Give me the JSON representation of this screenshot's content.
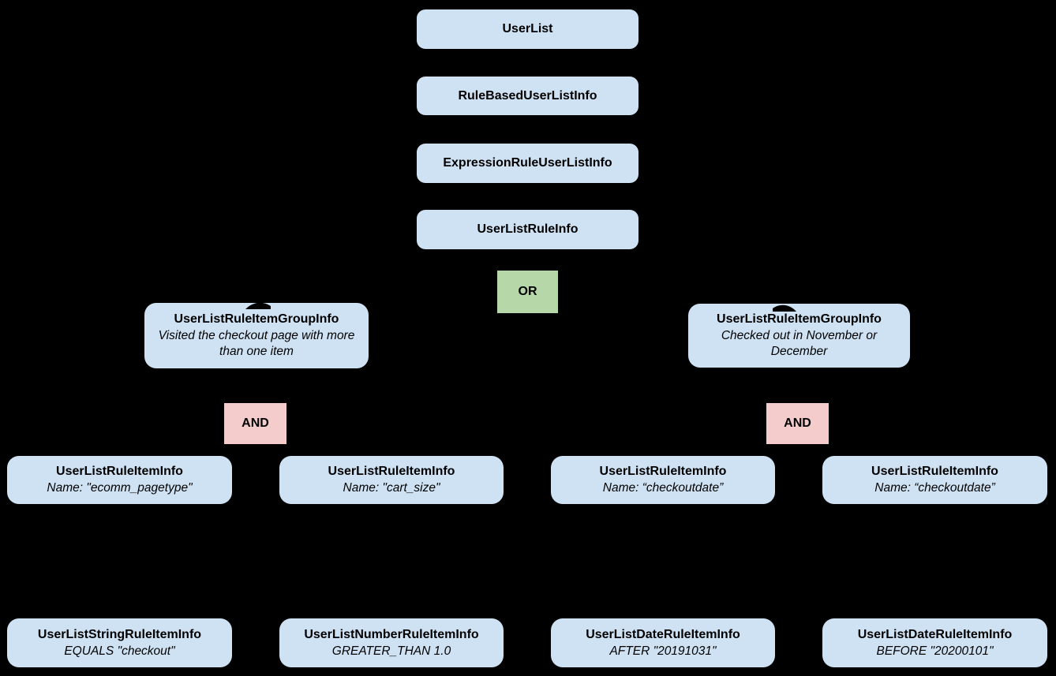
{
  "diagram": {
    "background": "#000000",
    "colors": {
      "node_fill": "#cfe2f3",
      "or_fill": "#b6d7a8",
      "and_fill": "#f4cccc",
      "text": "#000000"
    },
    "nodes": {
      "userlist": {
        "label": "UserList"
      },
      "rulebased": {
        "label": "RuleBasedUserListInfo"
      },
      "expressionrule": {
        "label": "ExpressionRuleUserListInfo"
      },
      "userlistrule": {
        "label": "UserListRuleInfo"
      },
      "or_operator": {
        "label": "OR"
      },
      "group_left": {
        "label": "UserListRuleItemGroupInfo",
        "sublabel": "Visited the checkout page with more than one item"
      },
      "group_right": {
        "label": "UserListRuleItemGroupInfo",
        "sublabel": "Checked out in November or December"
      },
      "and_left": {
        "label": "AND"
      },
      "and_right": {
        "label": "AND"
      },
      "item_1": {
        "label": "UserListRuleItemInfo",
        "sublabel": "Name: \"ecomm_pagetype\""
      },
      "item_2": {
        "label": "UserListRuleItemInfo",
        "sublabel": "Name: \"cart_size\""
      },
      "item_3": {
        "label": "UserListRuleItemInfo",
        "sublabel": "Name: “checkoutdate”"
      },
      "item_4": {
        "label": "UserListRuleItemInfo",
        "sublabel": "Name: “checkoutdate”"
      },
      "leaf_string": {
        "label": "UserListStringRuleItemInfo",
        "sublabel": "EQUALS \"checkout\""
      },
      "leaf_number": {
        "label": "UserListNumberRuleItemInfo",
        "sublabel": "GREATER_THAN 1.0"
      },
      "leaf_date_after": {
        "label": "UserListDateRuleItemInfo",
        "sublabel": "AFTER \"20191031\""
      },
      "leaf_date_before": {
        "label": "UserListDateRuleItemInfo",
        "sublabel": "BEFORE \"20200101\""
      }
    }
  }
}
